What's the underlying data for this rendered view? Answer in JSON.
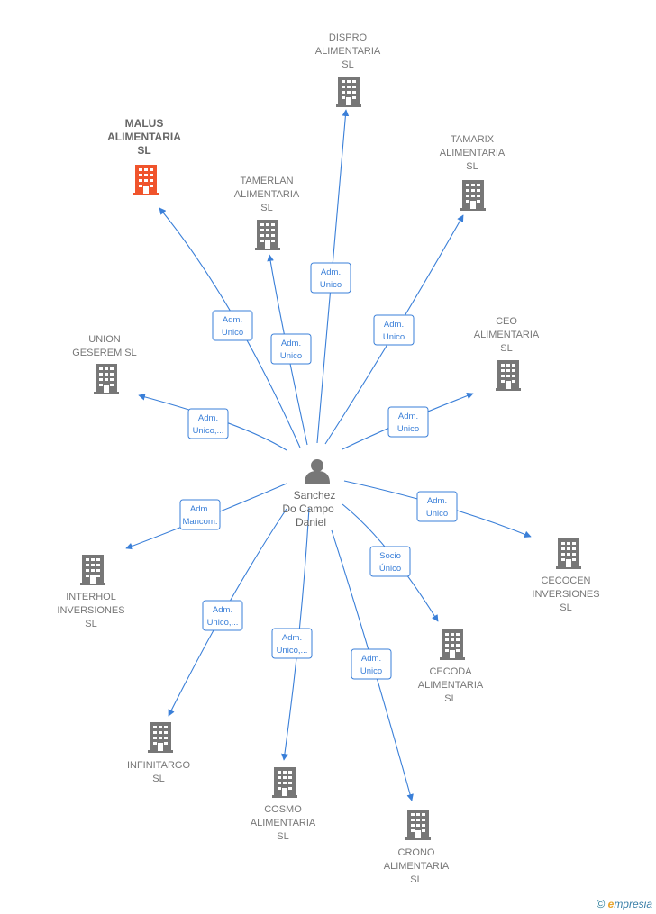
{
  "colors": {
    "edge": "#3a7fd8",
    "building": "#777777",
    "building_highlight": "#f0542c",
    "person": "#777777",
    "label_box_border": "#3a7fd8"
  },
  "center": {
    "name_lines": [
      "Sanchez",
      "Do Campo",
      "Daniel"
    ],
    "icon": "person-icon"
  },
  "companies": [
    {
      "id": "dispro",
      "lines": [
        "DISPRO",
        "ALIMENTARIA",
        "SL"
      ],
      "highlight": false,
      "role": [
        "Adm.",
        "Unico"
      ]
    },
    {
      "id": "malus",
      "lines": [
        "MALUS",
        "ALIMENTARIA",
        "SL"
      ],
      "highlight": true,
      "role": [
        "Adm.",
        "Unico"
      ]
    },
    {
      "id": "tamerlan",
      "lines": [
        "TAMERLAN",
        "ALIMENTARIA",
        "SL"
      ],
      "highlight": false,
      "role": [
        "Adm.",
        "Unico"
      ]
    },
    {
      "id": "tamarix",
      "lines": [
        "TAMARIX",
        "ALIMENTARIA",
        "SL"
      ],
      "highlight": false,
      "role": [
        "Adm.",
        "Unico"
      ]
    },
    {
      "id": "ceo",
      "lines": [
        "CEO",
        "ALIMENTARIA",
        "SL"
      ],
      "highlight": false,
      "role": [
        "Adm.",
        "Unico"
      ]
    },
    {
      "id": "union",
      "lines": [
        "UNION",
        "GESEREM  SL"
      ],
      "highlight": false,
      "role": [
        "Adm.",
        "Unico,..."
      ]
    },
    {
      "id": "interhol",
      "lines": [
        "INTERHOL",
        "INVERSIONES",
        "SL"
      ],
      "highlight": false,
      "role": [
        "Adm.",
        "Mancom."
      ]
    },
    {
      "id": "cecocen",
      "lines": [
        "CECOCEN",
        "INVERSIONES",
        "SL"
      ],
      "highlight": false,
      "role": [
        "Adm.",
        "Unico"
      ]
    },
    {
      "id": "cecoda",
      "lines": [
        "CECODA",
        "ALIMENTARIA",
        "SL"
      ],
      "highlight": false,
      "role": [
        "Socio",
        "Único"
      ]
    },
    {
      "id": "infinitargo",
      "lines": [
        "INFINITARGO",
        "SL"
      ],
      "highlight": false,
      "role": [
        "Adm.",
        "Unico,..."
      ]
    },
    {
      "id": "cosmo",
      "lines": [
        "COSMO",
        "ALIMENTARIA",
        "SL"
      ],
      "highlight": false,
      "role": [
        "Adm.",
        "Unico,..."
      ]
    },
    {
      "id": "crono",
      "lines": [
        "CRONO",
        "ALIMENTARIA",
        "SL"
      ],
      "highlight": false,
      "role": [
        "Adm.",
        "Unico"
      ]
    }
  ],
  "footer": {
    "copyright": "©",
    "brand_initial": "e",
    "brand_rest": "mpresia"
  }
}
